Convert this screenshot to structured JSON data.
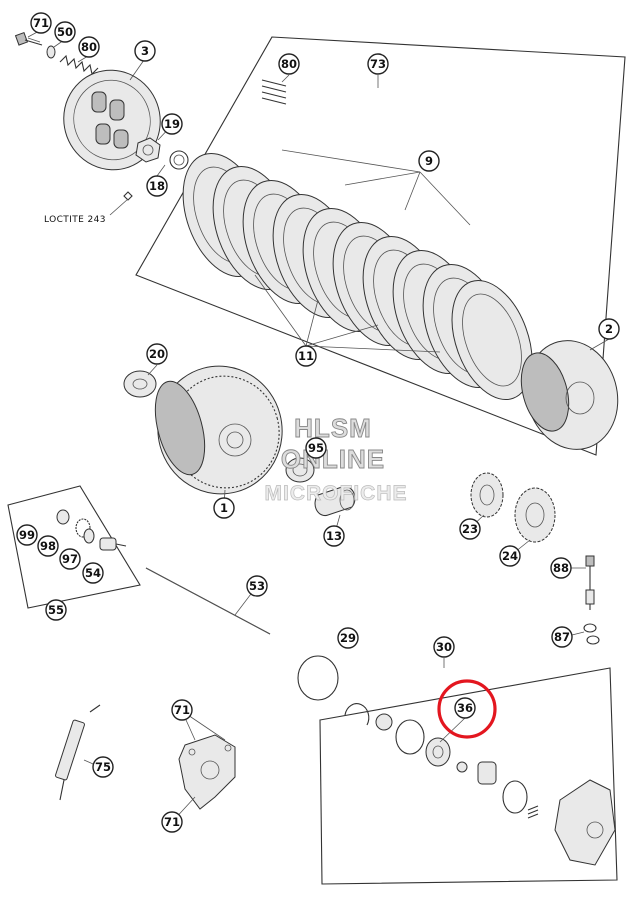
{
  "diagram": {
    "callouts": [
      {
        "id": "c71a",
        "label": "71"
      },
      {
        "id": "c50",
        "label": "50"
      },
      {
        "id": "c80a",
        "label": "80"
      },
      {
        "id": "c3",
        "label": "3"
      },
      {
        "id": "c19",
        "label": "19"
      },
      {
        "id": "c18",
        "label": "18"
      },
      {
        "id": "c80b",
        "label": "80"
      },
      {
        "id": "c73",
        "label": "73"
      },
      {
        "id": "c9",
        "label": "9"
      },
      {
        "id": "c2",
        "label": "2"
      },
      {
        "id": "c20",
        "label": "20"
      },
      {
        "id": "c11",
        "label": "11"
      },
      {
        "id": "c95",
        "label": "95"
      },
      {
        "id": "c1",
        "label": "1"
      },
      {
        "id": "c13",
        "label": "13"
      },
      {
        "id": "c23",
        "label": "23"
      },
      {
        "id": "c24",
        "label": "24"
      },
      {
        "id": "c99",
        "label": "99"
      },
      {
        "id": "c98",
        "label": "98"
      },
      {
        "id": "c97",
        "label": "97"
      },
      {
        "id": "c54",
        "label": "54"
      },
      {
        "id": "c55",
        "label": "55"
      },
      {
        "id": "c53",
        "label": "53"
      },
      {
        "id": "c88",
        "label": "88"
      },
      {
        "id": "c87",
        "label": "87"
      },
      {
        "id": "c29",
        "label": "29"
      },
      {
        "id": "c30",
        "label": "30"
      },
      {
        "id": "c36",
        "label": "36"
      },
      {
        "id": "c71b",
        "label": "71"
      },
      {
        "id": "c75",
        "label": "75"
      },
      {
        "id": "c71c",
        "label": "71"
      }
    ],
    "loctite_label": "LOCTITE 243",
    "watermark_line1": "HLSM",
    "watermark_line2": "ONLINE",
    "watermark_line3": "MICROFICHE",
    "highlight_color": "#e3161f"
  }
}
